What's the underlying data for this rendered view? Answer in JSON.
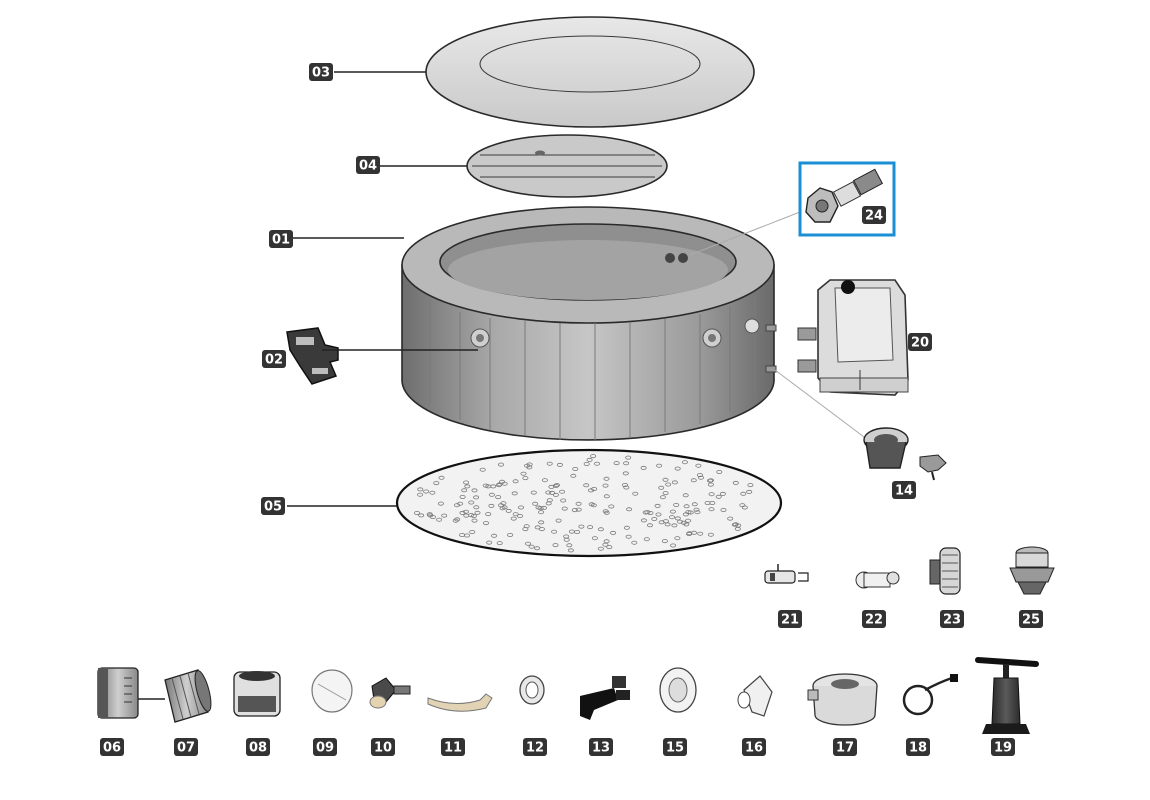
{
  "diagram": {
    "parts": [
      {
        "id": "01",
        "label": "01"
      },
      {
        "id": "02",
        "label": "02"
      },
      {
        "id": "03",
        "label": "03"
      },
      {
        "id": "04",
        "label": "04"
      },
      {
        "id": "05",
        "label": "05"
      },
      {
        "id": "06",
        "label": "06"
      },
      {
        "id": "07",
        "label": "07"
      },
      {
        "id": "08",
        "label": "08"
      },
      {
        "id": "09",
        "label": "09"
      },
      {
        "id": "10",
        "label": "10"
      },
      {
        "id": "11",
        "label": "11"
      },
      {
        "id": "12",
        "label": "12"
      },
      {
        "id": "13",
        "label": "13"
      },
      {
        "id": "14",
        "label": "14"
      },
      {
        "id": "15",
        "label": "15"
      },
      {
        "id": "16",
        "label": "16"
      },
      {
        "id": "17",
        "label": "17"
      },
      {
        "id": "18",
        "label": "18"
      },
      {
        "id": "19",
        "label": "19"
      },
      {
        "id": "20",
        "label": "20"
      },
      {
        "id": "21",
        "label": "21"
      },
      {
        "id": "22",
        "label": "22"
      },
      {
        "id": "23",
        "label": "23"
      },
      {
        "id": "24",
        "label": "24"
      },
      {
        "id": "25",
        "label": "25"
      }
    ],
    "highlighted_part": "24",
    "colors": {
      "label_bg": "#333333",
      "label_text": "#ffffff",
      "highlight": "#1a8fd6",
      "line": "#2a2a2a"
    }
  }
}
